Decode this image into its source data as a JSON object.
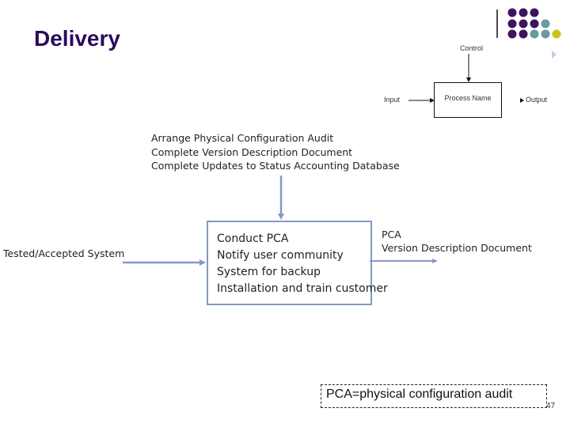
{
  "slide": {
    "title": "Delivery",
    "page_number": "47",
    "legend_diagram": {
      "control_label": "Control",
      "input_label": "Input",
      "process_label": "Process Name",
      "output_label": "Output"
    },
    "controls": [
      "Arrange Physical Configuration Audit",
      "Complete Version Description Document",
      "Complete Updates to Status Accounting Database"
    ],
    "input": "Tested/Accepted System",
    "process_steps": [
      "Conduct PCA",
      "Notify user community",
      "System for backup",
      "Installation and train customer"
    ],
    "outputs": [
      "PCA",
      "Version Description Document"
    ],
    "note": "PCA=physical configuration audit",
    "colors": {
      "title": "#2a0a5c",
      "arrow": "#8497c7",
      "dot_purple": "#3c1461",
      "dot_teal": "#6a9a9c",
      "dot_yellow": "#c9c61a",
      "bullet_lavender": "#c8c8e8"
    }
  }
}
